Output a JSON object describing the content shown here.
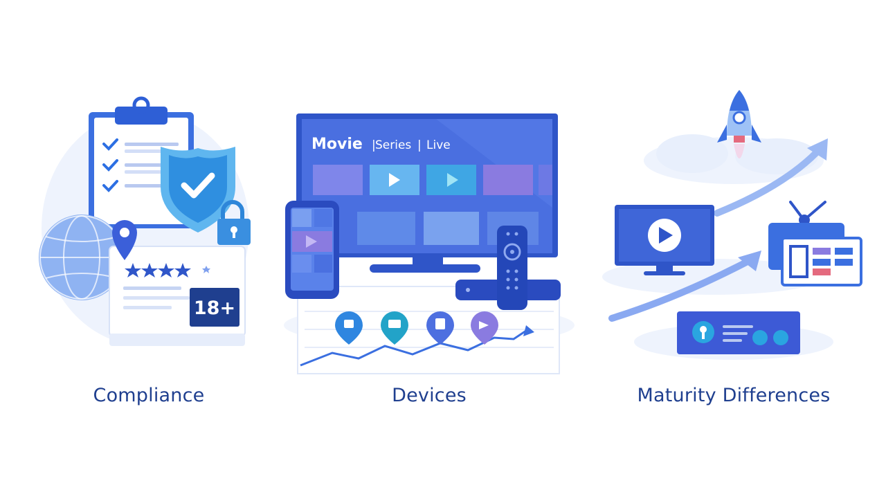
{
  "panels": {
    "compliance": {
      "caption": "Compliance",
      "age_badge": "18+",
      "rating_stars": 4.5,
      "icons": [
        "clipboard-checklist-icon",
        "shield-check-icon",
        "padlock-icon",
        "globe-icon",
        "location-pin-icon",
        "star-rating-icon"
      ]
    },
    "devices": {
      "caption": "Devices",
      "tv_tabs": {
        "movie": "Movie",
        "sep1": "|",
        "series": "Series",
        "sep2": "|",
        "live": "Live"
      },
      "icons": [
        "tv-screen-icon",
        "smartphone-icon",
        "remote-control-icon",
        "streaming-box-icon",
        "growth-chart-icon"
      ]
    },
    "maturity": {
      "caption": "Maturity Differences",
      "icons": [
        "rocket-icon",
        "monitor-play-icon",
        "retro-tv-icon",
        "dashboard-card-icon",
        "growth-arrow-icon"
      ]
    }
  },
  "colors": {
    "primary_blue": "#3b5fd9",
    "navy": "#1f3f8f",
    "light_blue": "#dbe6fb",
    "accent_cyan": "#2aa5e0",
    "accent_purple": "#8a7be0",
    "accent_red": "#e46a7e"
  }
}
